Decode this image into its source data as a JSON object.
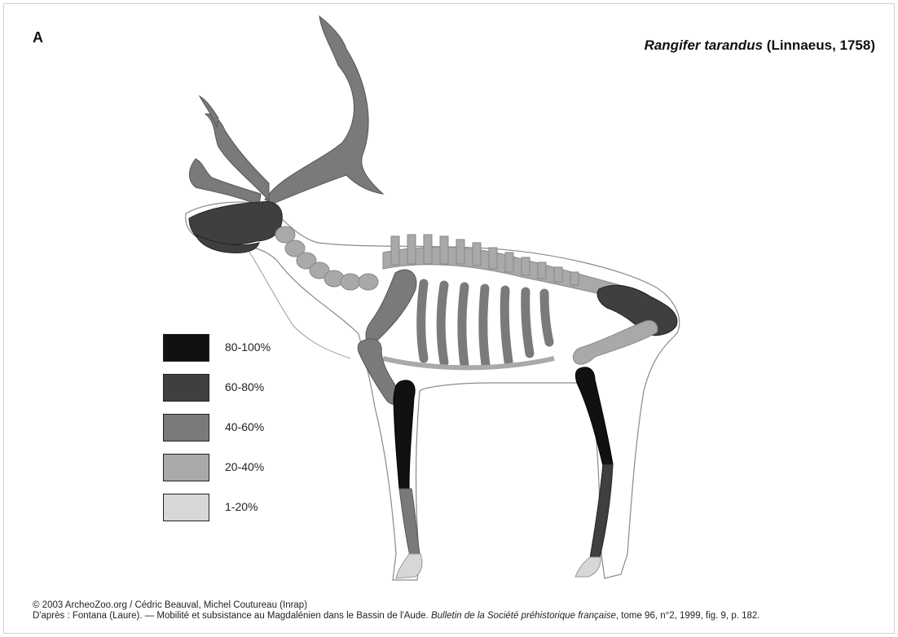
{
  "panel_letter": "A",
  "species": {
    "italic_name": "Rangifer tarandus",
    "authority": "(Linnaeus, 1758)"
  },
  "colors": {
    "pct_80_100": "#111111",
    "pct_60_80": "#3f3f3f",
    "pct_40_60": "#7a7a7a",
    "pct_20_40": "#a9a9a9",
    "pct_1_20": "#d7d7d7",
    "outline": "#8a8a8a"
  },
  "legend": [
    {
      "label": "80-100%",
      "color": "#111111"
    },
    {
      "label": "60-80%",
      "color": "#3f3f3f"
    },
    {
      "label": "40-60%",
      "color": "#7a7a7a"
    },
    {
      "label": "20-40%",
      "color": "#a9a9a9"
    },
    {
      "label": "1-20%",
      "color": "#d7d7d7"
    }
  ],
  "credit": {
    "line1": "© 2003 ArcheoZoo.org / Cédric Beauval, Michel Coutureau (Inrap)",
    "line2_pre": "D'après : Fontana (Laure). — Mobilité et subsistance au Magdalénien dans le Bassin de l'Aude. ",
    "line2_journal": "Bulletin de la Société préhistorique française",
    "line2_post": ", tome 96, n°2, 1999, fig. 9, p. 182."
  }
}
